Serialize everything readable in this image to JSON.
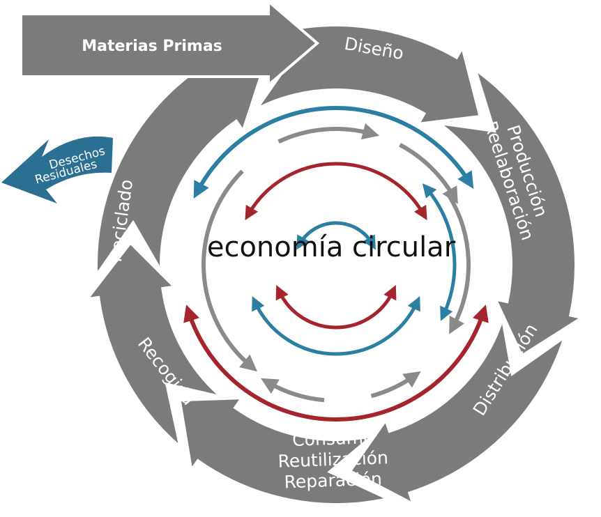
{
  "diagram": {
    "title": "economía circular",
    "input_label": "Materias Primas",
    "waste_label_line1": "Desechos",
    "waste_label_line2": "Residuales",
    "stages": [
      {
        "lines": [
          "Diseño"
        ]
      },
      {
        "lines": [
          "Producción",
          "Reelaboración"
        ]
      },
      {
        "lines": [
          "Distribución"
        ]
      },
      {
        "lines": [
          "Consumo",
          "Reutilización",
          "Reparación"
        ]
      },
      {
        "lines": [
          "Recogida"
        ]
      },
      {
        "lines": [
          "Reciclado"
        ]
      }
    ]
  },
  "colors": {
    "ring_gray": "#7b7b7b",
    "inner_blue": "#2c7fa3",
    "inner_red": "#a5252d",
    "inner_gray": "#8a8a8a",
    "waste_blue": "#2b6f93"
  }
}
